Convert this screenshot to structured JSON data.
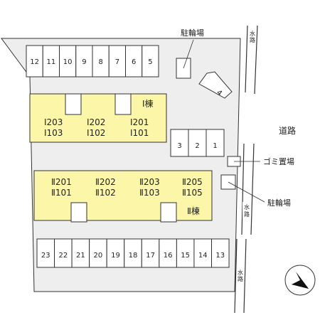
{
  "map": {
    "colors": {
      "building_fill": "#fbf6a8",
      "lot_fill": "#eeeeee",
      "line": "#333333",
      "white": "#ffffff"
    },
    "building_1": {
      "name": "Ⅰ棟",
      "units_row_top": [
        "Ⅰ203",
        "Ⅰ202",
        "Ⅰ201"
      ],
      "units_row_bottom": [
        "Ⅰ103",
        "Ⅰ102",
        "Ⅰ101"
      ]
    },
    "building_2": {
      "name": "Ⅱ棟",
      "units_row_top": [
        "Ⅱ201",
        "Ⅱ202",
        "Ⅱ203",
        "Ⅱ205"
      ],
      "units_row_bottom": [
        "Ⅱ101",
        "Ⅱ102",
        "Ⅱ103",
        "Ⅱ105"
      ]
    },
    "parking_top": [
      "12",
      "11",
      "10",
      "9",
      "8",
      "7",
      "6",
      "5"
    ],
    "parking_slanted": "4",
    "parking_right": [
      "3",
      "2",
      "1"
    ],
    "parking_bottom": [
      "23",
      "22",
      "21",
      "20",
      "19",
      "18",
      "17",
      "16",
      "15",
      "14",
      "13"
    ],
    "labels": {
      "bike_parking_top": "駐輪場",
      "bike_parking_right": "駐輪場",
      "garbage": "ゴミ置場",
      "road": "道路",
      "waterway_top": "水路",
      "waterway_mid": "水路",
      "waterway_bottom": "水路"
    },
    "compass_icon": "north-arrow-icon"
  }
}
